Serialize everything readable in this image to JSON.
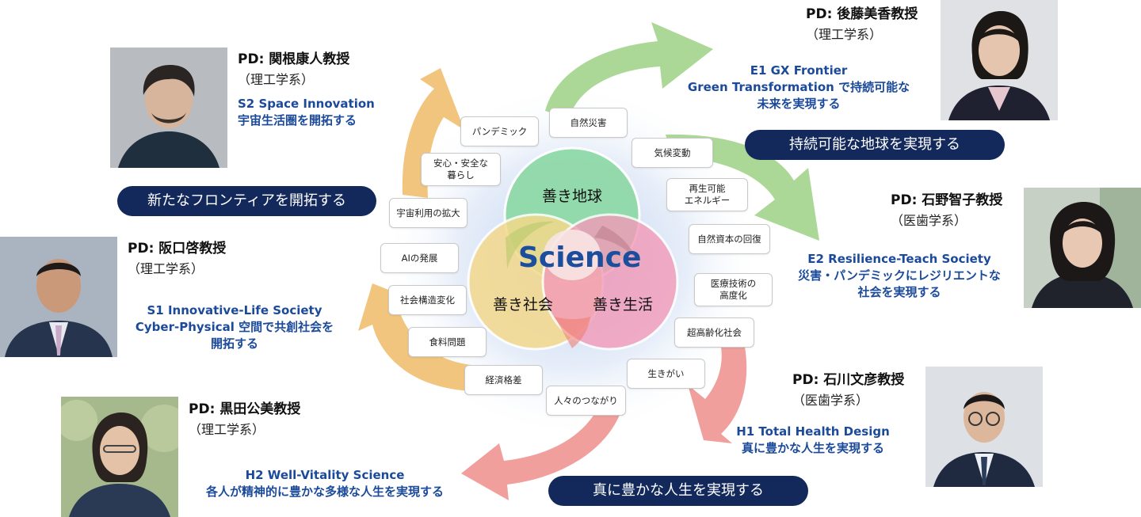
{
  "center": {
    "title": "Science",
    "circles": {
      "top": "善き地球",
      "left": "善き社会",
      "right": "善き生活"
    }
  },
  "tags": [
    "自然災害",
    "パンデミック",
    "安心・安全な\n暮らし",
    "宇宙利用の拡大",
    "AIの発展",
    "社会構造変化",
    "食料問題",
    "経済格差",
    "人々のつながり",
    "生きがい",
    "超高齢化社会",
    "医療技術の\n高度化",
    "自然資本の回復",
    "再生可能\nエネルギー",
    "気候変動"
  ],
  "themes": {
    "frontier": "新たなフロンティアを開拓する",
    "earth": "持続可能な地球を実現する",
    "life": "真に豊かな人生を実現する"
  },
  "pds": {
    "sekine": {
      "name": "PD: 関根康人教授",
      "dept": "（理工学系）",
      "project": [
        "S2 Space Innovation",
        "宇宙生活圏を開拓する"
      ]
    },
    "goto": {
      "name": "PD: 後藤美香教授",
      "dept": "（理工学系）",
      "project": [
        "E1 GX Frontier",
        "Green Transformation で持続可能な",
        "未来を実現する"
      ]
    },
    "sakaguchi": {
      "name": "PD: 阪口啓教授",
      "dept": "（理工学系）",
      "project": [
        "S1 Innovative-Life Society",
        "Cyber-Physical 空間で共創社会を",
        "開拓する"
      ]
    },
    "ishino": {
      "name": "PD: 石野智子教授",
      "dept": "（医歯学系）",
      "project": [
        "E2 Resilience-Teach Society",
        "災害・パンデミックにレジリエントな",
        "社会を実現する"
      ]
    },
    "kuroda": {
      "name": "PD: 黒田公美教授",
      "dept": "（理工学系）",
      "project": [
        "H2 Well-Vitality Science",
        "各人が精神的に豊かな多様な人生を実現する"
      ]
    },
    "ishikawa": {
      "name": "PD: 石川文彦教授",
      "dept": "（医歯学系）",
      "project": [
        "H1 Total Health Design",
        "真に豊かな人生を実現する"
      ]
    }
  },
  "colors": {
    "navy": "#13295c",
    "blue_text": "#1b4a9a",
    "green_arrow": "#9ed08a",
    "orange_arrow": "#f0c06f",
    "red_arrow": "#ee8f8c"
  }
}
